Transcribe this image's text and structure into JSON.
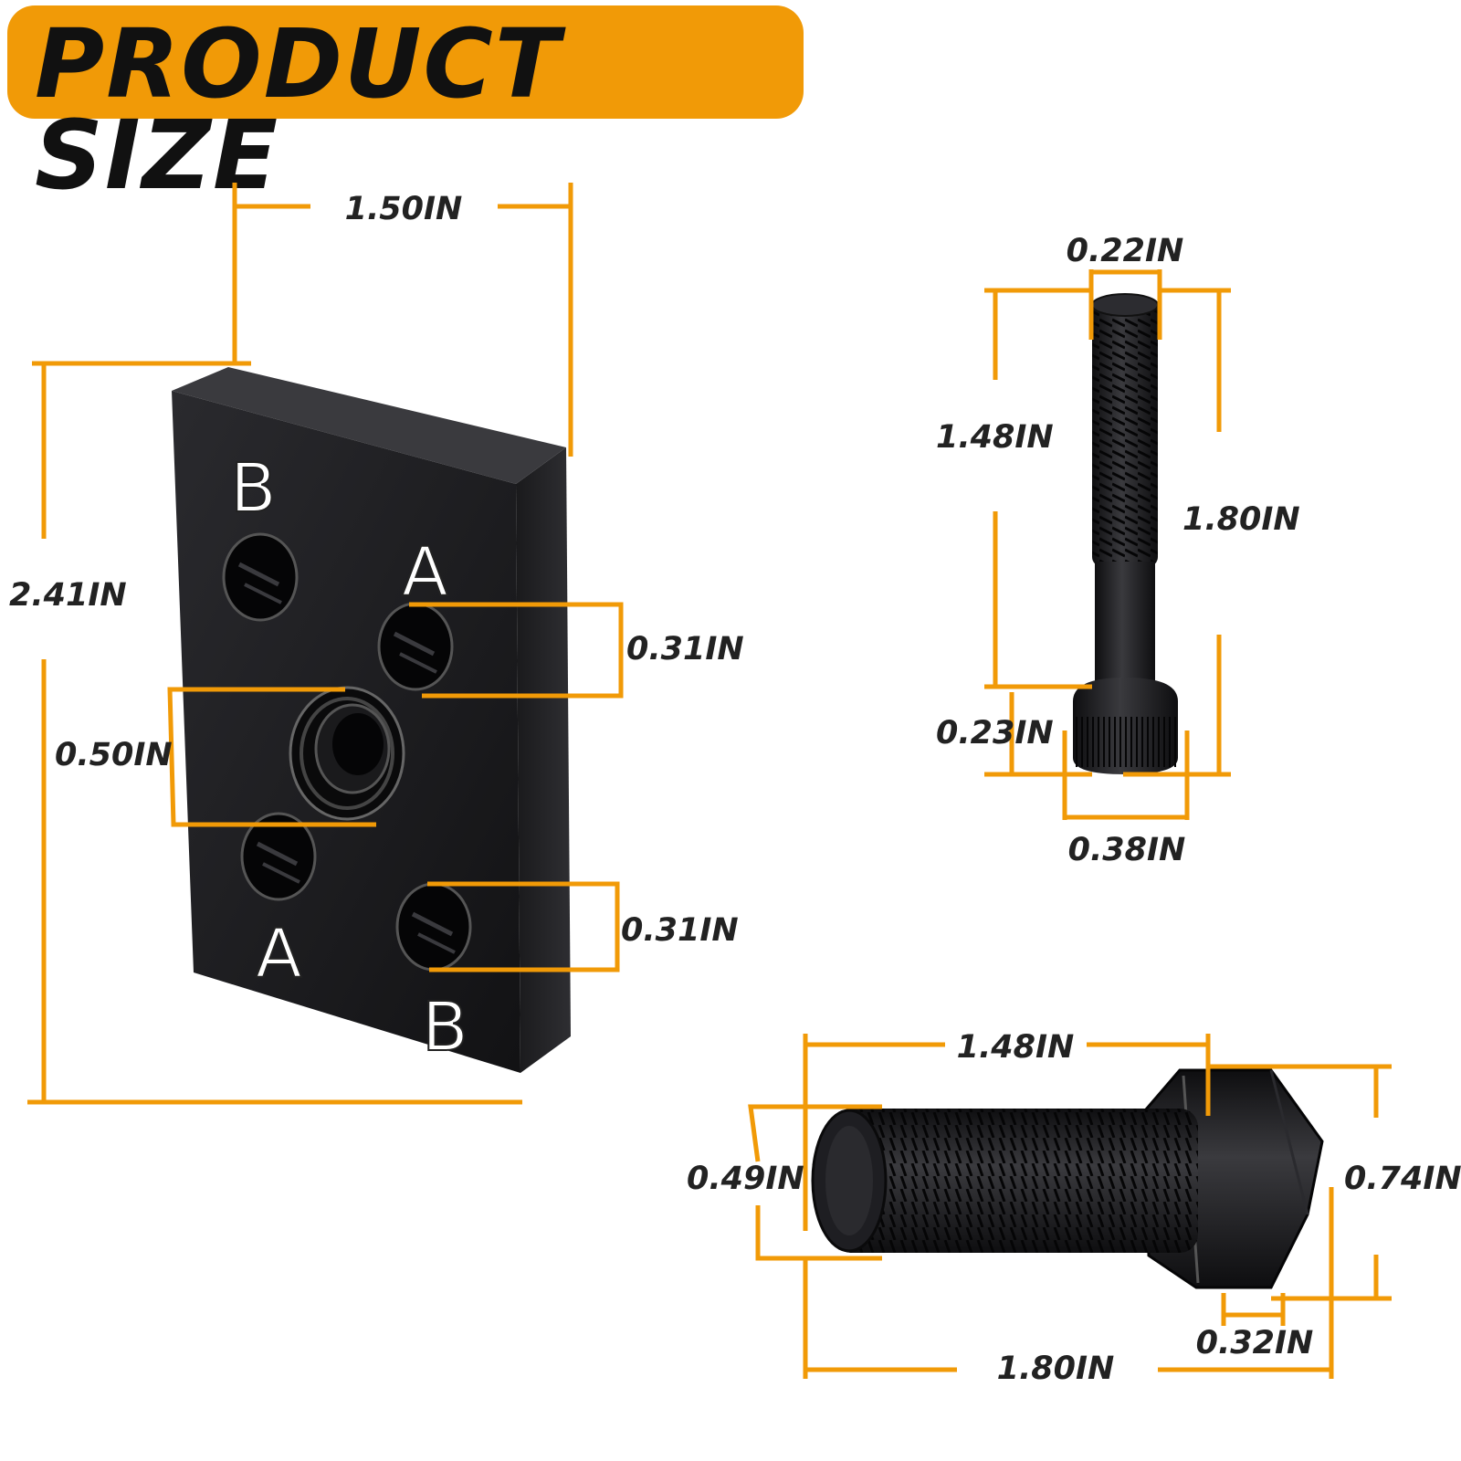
{
  "title": "PRODUCT SIZE",
  "colors": {
    "accent": "#f19a07",
    "part": "#1c1c1f",
    "text": "#222222"
  },
  "plate": {
    "width": "1.50IN",
    "height": "2.41IN",
    "center_hole": "0.50IN",
    "hole_top": "0.31IN",
    "hole_bottom": "0.31IN",
    "markings": [
      "B",
      "A",
      "A",
      "B"
    ]
  },
  "socket_bolt": {
    "tip": "0.22IN",
    "thread_length": "1.48IN",
    "total_length": "1.80IN",
    "head_height": "0.23IN",
    "head_diameter": "0.38IN"
  },
  "hex_bolt": {
    "thread_length": "1.48IN",
    "thread_diameter": "0.49IN",
    "head_width": "0.74IN",
    "head_thickness": "0.32IN",
    "total_length": "1.80IN"
  }
}
